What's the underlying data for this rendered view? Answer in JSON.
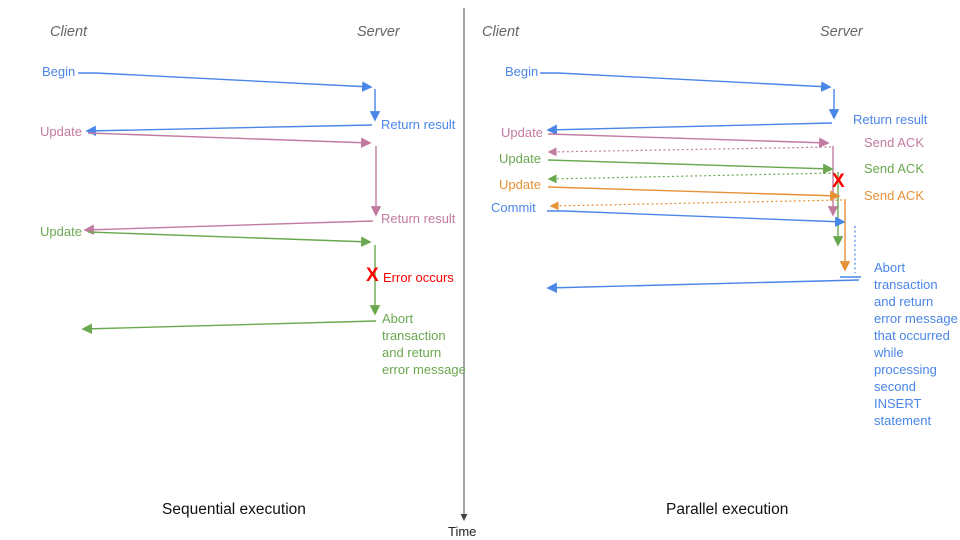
{
  "colors": {
    "blue": "#4a86e8",
    "pink": "#c27ba0",
    "green": "#6aa84f",
    "orange": "#e69138",
    "red": "#ff0000",
    "header_gray": "#666666",
    "axis_dark": "#444444"
  },
  "time_axis": {
    "label": "Time"
  },
  "sequential": {
    "title": "Sequential execution",
    "client_header": "Client",
    "server_header": "Server",
    "labels": {
      "begin": "Begin",
      "return_result_1": "Return result",
      "update_1": "Update",
      "return_result_2": "Return result",
      "update_2": "Update",
      "error_mark": "X",
      "error": "Error occurs",
      "abort": "Abort\ntransaction\nand return\nerror message"
    }
  },
  "parallel": {
    "title": "Parallel execution",
    "client_header": "Client",
    "server_header": "Server",
    "labels": {
      "begin": "Begin",
      "return_result": "Return result",
      "update_1": "Update",
      "send_ack_1": "Send ACK",
      "update_2": "Update",
      "send_ack_2": "Send ACK",
      "update_3": "Update",
      "send_ack_3": "Send ACK",
      "commit": "Commit",
      "error_mark": "X",
      "abort": "Abort\ntransaction\nand return\nerror message\nthat occurred\nwhile\nprocessing\nsecond\nINSERT\nstatement"
    }
  }
}
